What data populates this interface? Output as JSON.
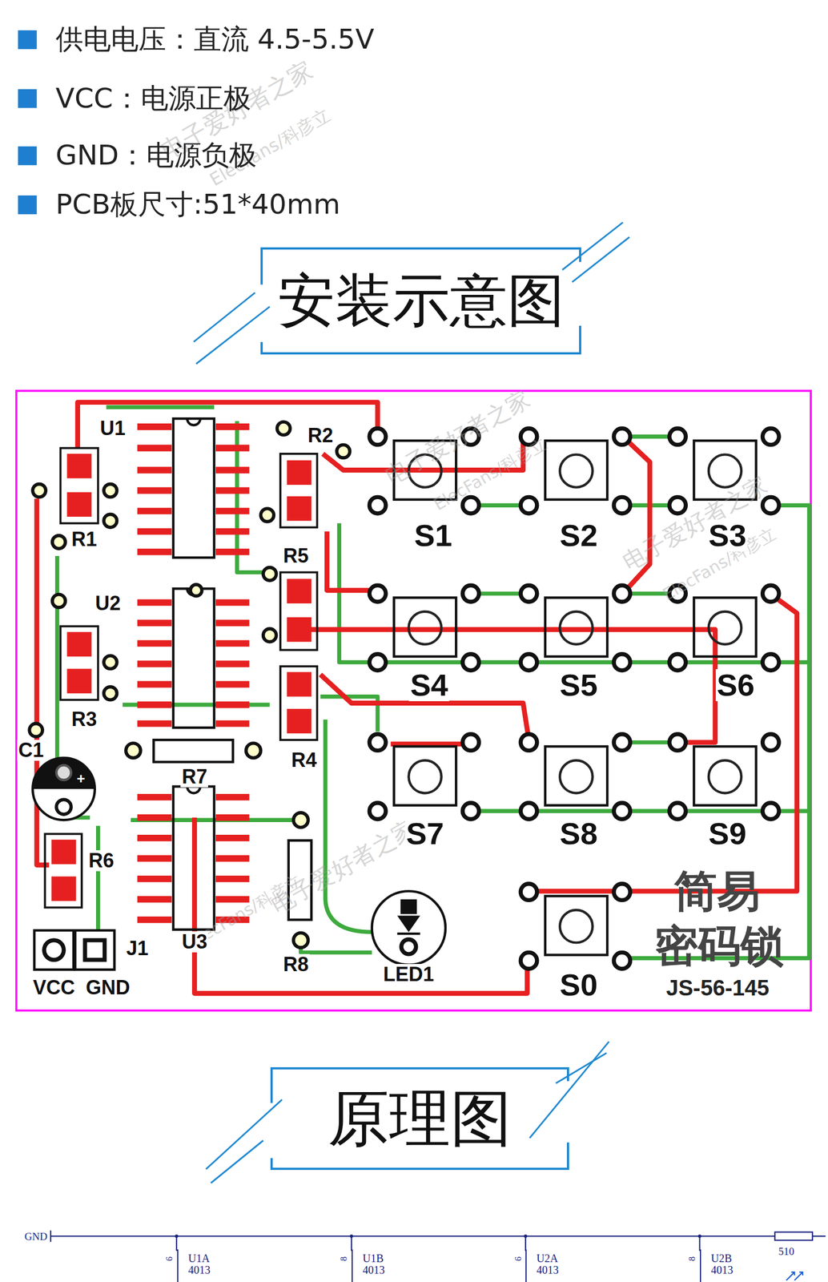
{
  "diagram": {
    "nodes": [
      {
        "text": [
          "安装示意图"
        ]
      },
      {
        "text": [
          "原理图"
        ]
      },
      {
        "text": [
          "U1A",
          "4013"
        ]
      },
      {
        "text": [
          "U1B",
          "4013"
        ]
      },
      {
        "text": [
          "U2A",
          "4013"
        ]
      },
      {
        "text": [
          "U2B",
          "4013"
        ]
      }
    ],
    "labels": [
      "供电电压：直流 4.5-5.5V",
      "VCC：电源正极",
      "GND：电源负极",
      "PCB板尺寸:51*40mm",
      "电子爱好者之家",
      "ElecFans/科彦立",
      "U1",
      "R2",
      "R1",
      "R5",
      "U2",
      "R3",
      "C1",
      "R4",
      "R7",
      "R6",
      "U3",
      "J1",
      "R8",
      "VCC",
      "GND",
      "LED1",
      "S1",
      "S2",
      "S3",
      "S4",
      "S5",
      "S6",
      "S7",
      "S8",
      "S9",
      "S0",
      "简易",
      "密码锁",
      "JS-56-145",
      "电子爱好者之家",
      "ElecFans/科彦立",
      "电子爱好者之家",
      "ElecFans/科彦立",
      "电子爱好者之家",
      "ElecFans/科彦立",
      "GND",
      "6",
      "8",
      "6",
      "8",
      "510",
      "+"
    ]
  }
}
